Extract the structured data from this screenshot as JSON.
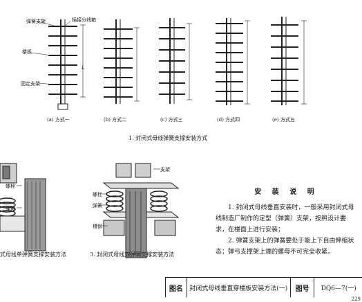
{
  "diagram_labels": {
    "spring_bracket": "弹簧支架",
    "plug_box": "插接分线箱",
    "floor_slab": "楼板",
    "fixed_bracket": "固定支架",
    "length_mark": "L"
  },
  "methods": [
    "(a) 方式一",
    "(b) 方式二",
    "(c) 方式三",
    "(d) 方式四",
    "(e) 方式五"
  ],
  "fig1_caption": "1. 封闭式母线弹簧支撑安装方式",
  "fig2_labels": {
    "bolt": "螺栓",
    "spring": "弹簧"
  },
  "fig2_caption": "式母线单弹簧支撑安装方法",
  "fig3_labels": {
    "bracket": "支架",
    "bolt": "螺栓",
    "spring": "弹簧",
    "channel": "槽钢"
  },
  "fig3_caption": "3. 封闭式母线双弹簧支撑安装方法",
  "notes": {
    "heading": "安 装 说 明",
    "items": [
      "1. 封闭式母线垂直安装时，一般采用封闭式母线制造厂制作的定型（弹簧）支架，按照设计要求，在楼面上进行安装；",
      "2. 弹簧支架上的弹簧要处于能上下自由伸缩状态；弹弓支撑架上端的螺母不可完全收紧。"
    ]
  },
  "title_block": {
    "figure_name_label": "图名",
    "figure_name": "封闭式母线垂直穿楼板安装方法(一)",
    "figure_no_label": "图号",
    "figure_no": "DQ6—7(一)"
  },
  "page_number": "229"
}
